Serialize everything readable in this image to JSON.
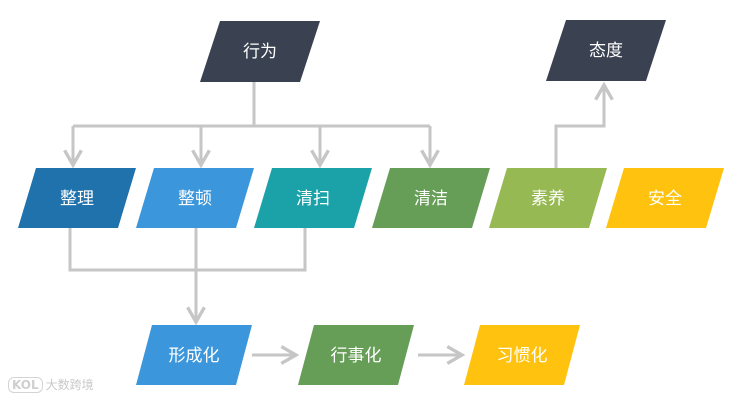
{
  "nodes": {
    "behavior": {
      "label": "行为",
      "color": "#3a4252"
    },
    "attitude": {
      "label": "态度",
      "color": "#3a4252"
    },
    "seiri": {
      "label": "整理",
      "color": "#1f72ac"
    },
    "seiton": {
      "label": "整顿",
      "color": "#3b96db"
    },
    "seiso": {
      "label": "清扫",
      "color": "#1aa2a8"
    },
    "seiketsu": {
      "label": "清洁",
      "color": "#669e57"
    },
    "shitsuke": {
      "label": "素养",
      "color": "#97b953"
    },
    "safety": {
      "label": "安全",
      "color": "#ffc20e"
    },
    "formalize": {
      "label": "形成化",
      "color": "#3b96db"
    },
    "routinize": {
      "label": "行事化",
      "color": "#669e57"
    },
    "habituate": {
      "label": "习惯化",
      "color": "#ffc20e"
    }
  },
  "connector_color": "#c6c6c6",
  "watermark": {
    "logo": "KOL",
    "text": "大数跨境"
  }
}
